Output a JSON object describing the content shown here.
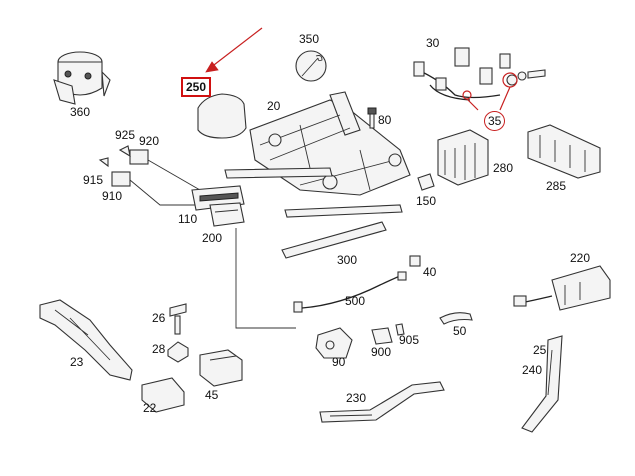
{
  "parts": [
    {
      "id": "p360",
      "label": "360"
    },
    {
      "id": "p250",
      "label": "250",
      "highlighted": true
    },
    {
      "id": "p350",
      "label": "350"
    },
    {
      "id": "p30",
      "label": "30"
    },
    {
      "id": "p35",
      "label": "35"
    },
    {
      "id": "p20",
      "label": "20"
    },
    {
      "id": "p80",
      "label": "80"
    },
    {
      "id": "p280",
      "label": "280"
    },
    {
      "id": "p285",
      "label": "285"
    },
    {
      "id": "p925",
      "label": "925"
    },
    {
      "id": "p920",
      "label": "920"
    },
    {
      "id": "p915",
      "label": "915"
    },
    {
      "id": "p910",
      "label": "910"
    },
    {
      "id": "p110",
      "label": "110"
    },
    {
      "id": "p200",
      "label": "200"
    },
    {
      "id": "p150",
      "label": "150"
    },
    {
      "id": "p300",
      "label": "300"
    },
    {
      "id": "p40",
      "label": "40"
    },
    {
      "id": "p220",
      "label": "220"
    },
    {
      "id": "p500",
      "label": "500"
    },
    {
      "id": "p26",
      "label": "26"
    },
    {
      "id": "p28",
      "label": "28"
    },
    {
      "id": "p23",
      "label": "23"
    },
    {
      "id": "p50",
      "label": "50"
    },
    {
      "id": "p90",
      "label": "90"
    },
    {
      "id": "p900",
      "label": "900"
    },
    {
      "id": "p905",
      "label": "905"
    },
    {
      "id": "p25",
      "label": "25"
    },
    {
      "id": "p240",
      "label": "240"
    },
    {
      "id": "p45",
      "label": "45"
    },
    {
      "id": "p22",
      "label": "22"
    },
    {
      "id": "p230",
      "label": "230"
    }
  ],
  "colors": {
    "outline": "#333333",
    "accent_red": "#c82020",
    "background": "#ffffff"
  }
}
